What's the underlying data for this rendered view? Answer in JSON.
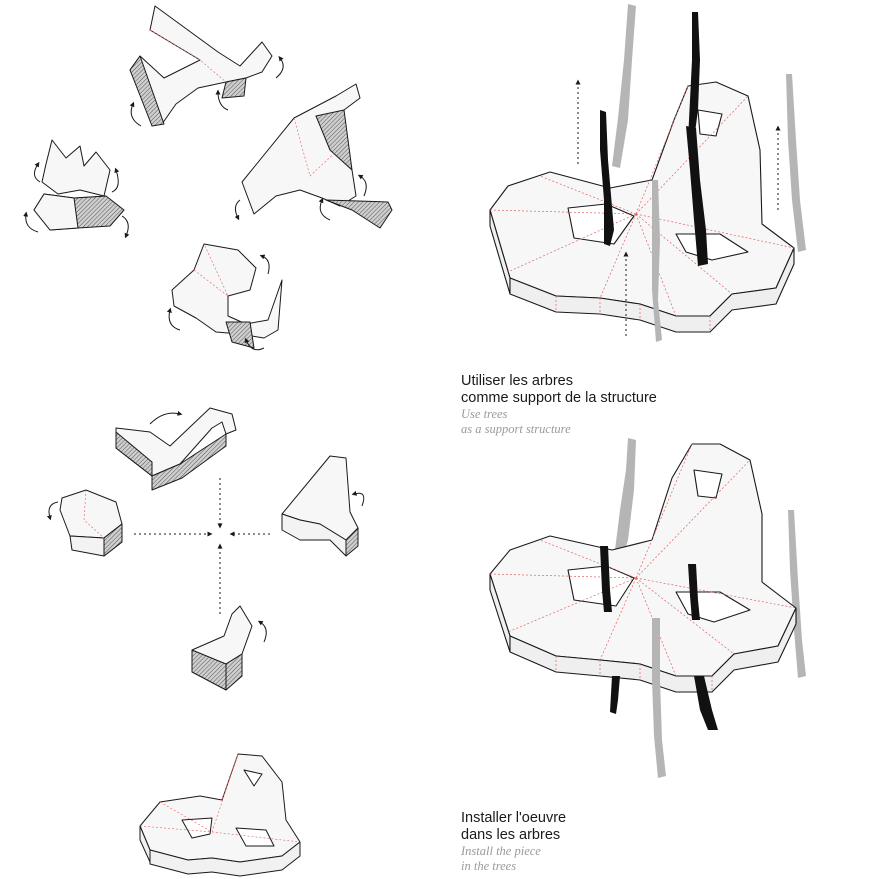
{
  "captions": {
    "support": {
      "fr_line1": "Utiliser les arbres",
      "fr_line2": "comme support de la structure",
      "en_line1": "Use trees",
      "en_line2": "as a support structure"
    },
    "install": {
      "fr_line1": "Installer l'oeuvre",
      "fr_line2": "dans les arbres",
      "en_line1": "Install the piece",
      "en_line2": "in the trees"
    }
  },
  "colors": {
    "outline": "#1a1a1a",
    "fold_line": "#e06060",
    "face": "#f7f7f7",
    "tree_black": "#111111",
    "tree_grey": "#b5b5b5",
    "caption_grey": "#9a9a9a"
  }
}
